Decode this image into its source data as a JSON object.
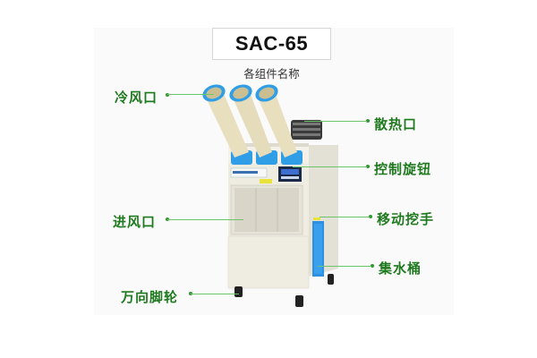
{
  "title": "SAC-65",
  "subtitle": "各组件名称",
  "labels": {
    "cold_air_outlet": "冷风口",
    "heat_vent": "散热口",
    "control_knob": "控制旋钮",
    "air_inlet": "进风口",
    "carry_handle": "移动挖手",
    "water_tank": "集水桶",
    "caster_wheel": "万向脚轮"
  },
  "colors": {
    "label_green": "#1f7a1f",
    "leader_green": "#6cc46c",
    "duct_blue": "#2f9ee6",
    "body_cream": "#eeebe0",
    "duct_beige": "#e8dfbf"
  }
}
